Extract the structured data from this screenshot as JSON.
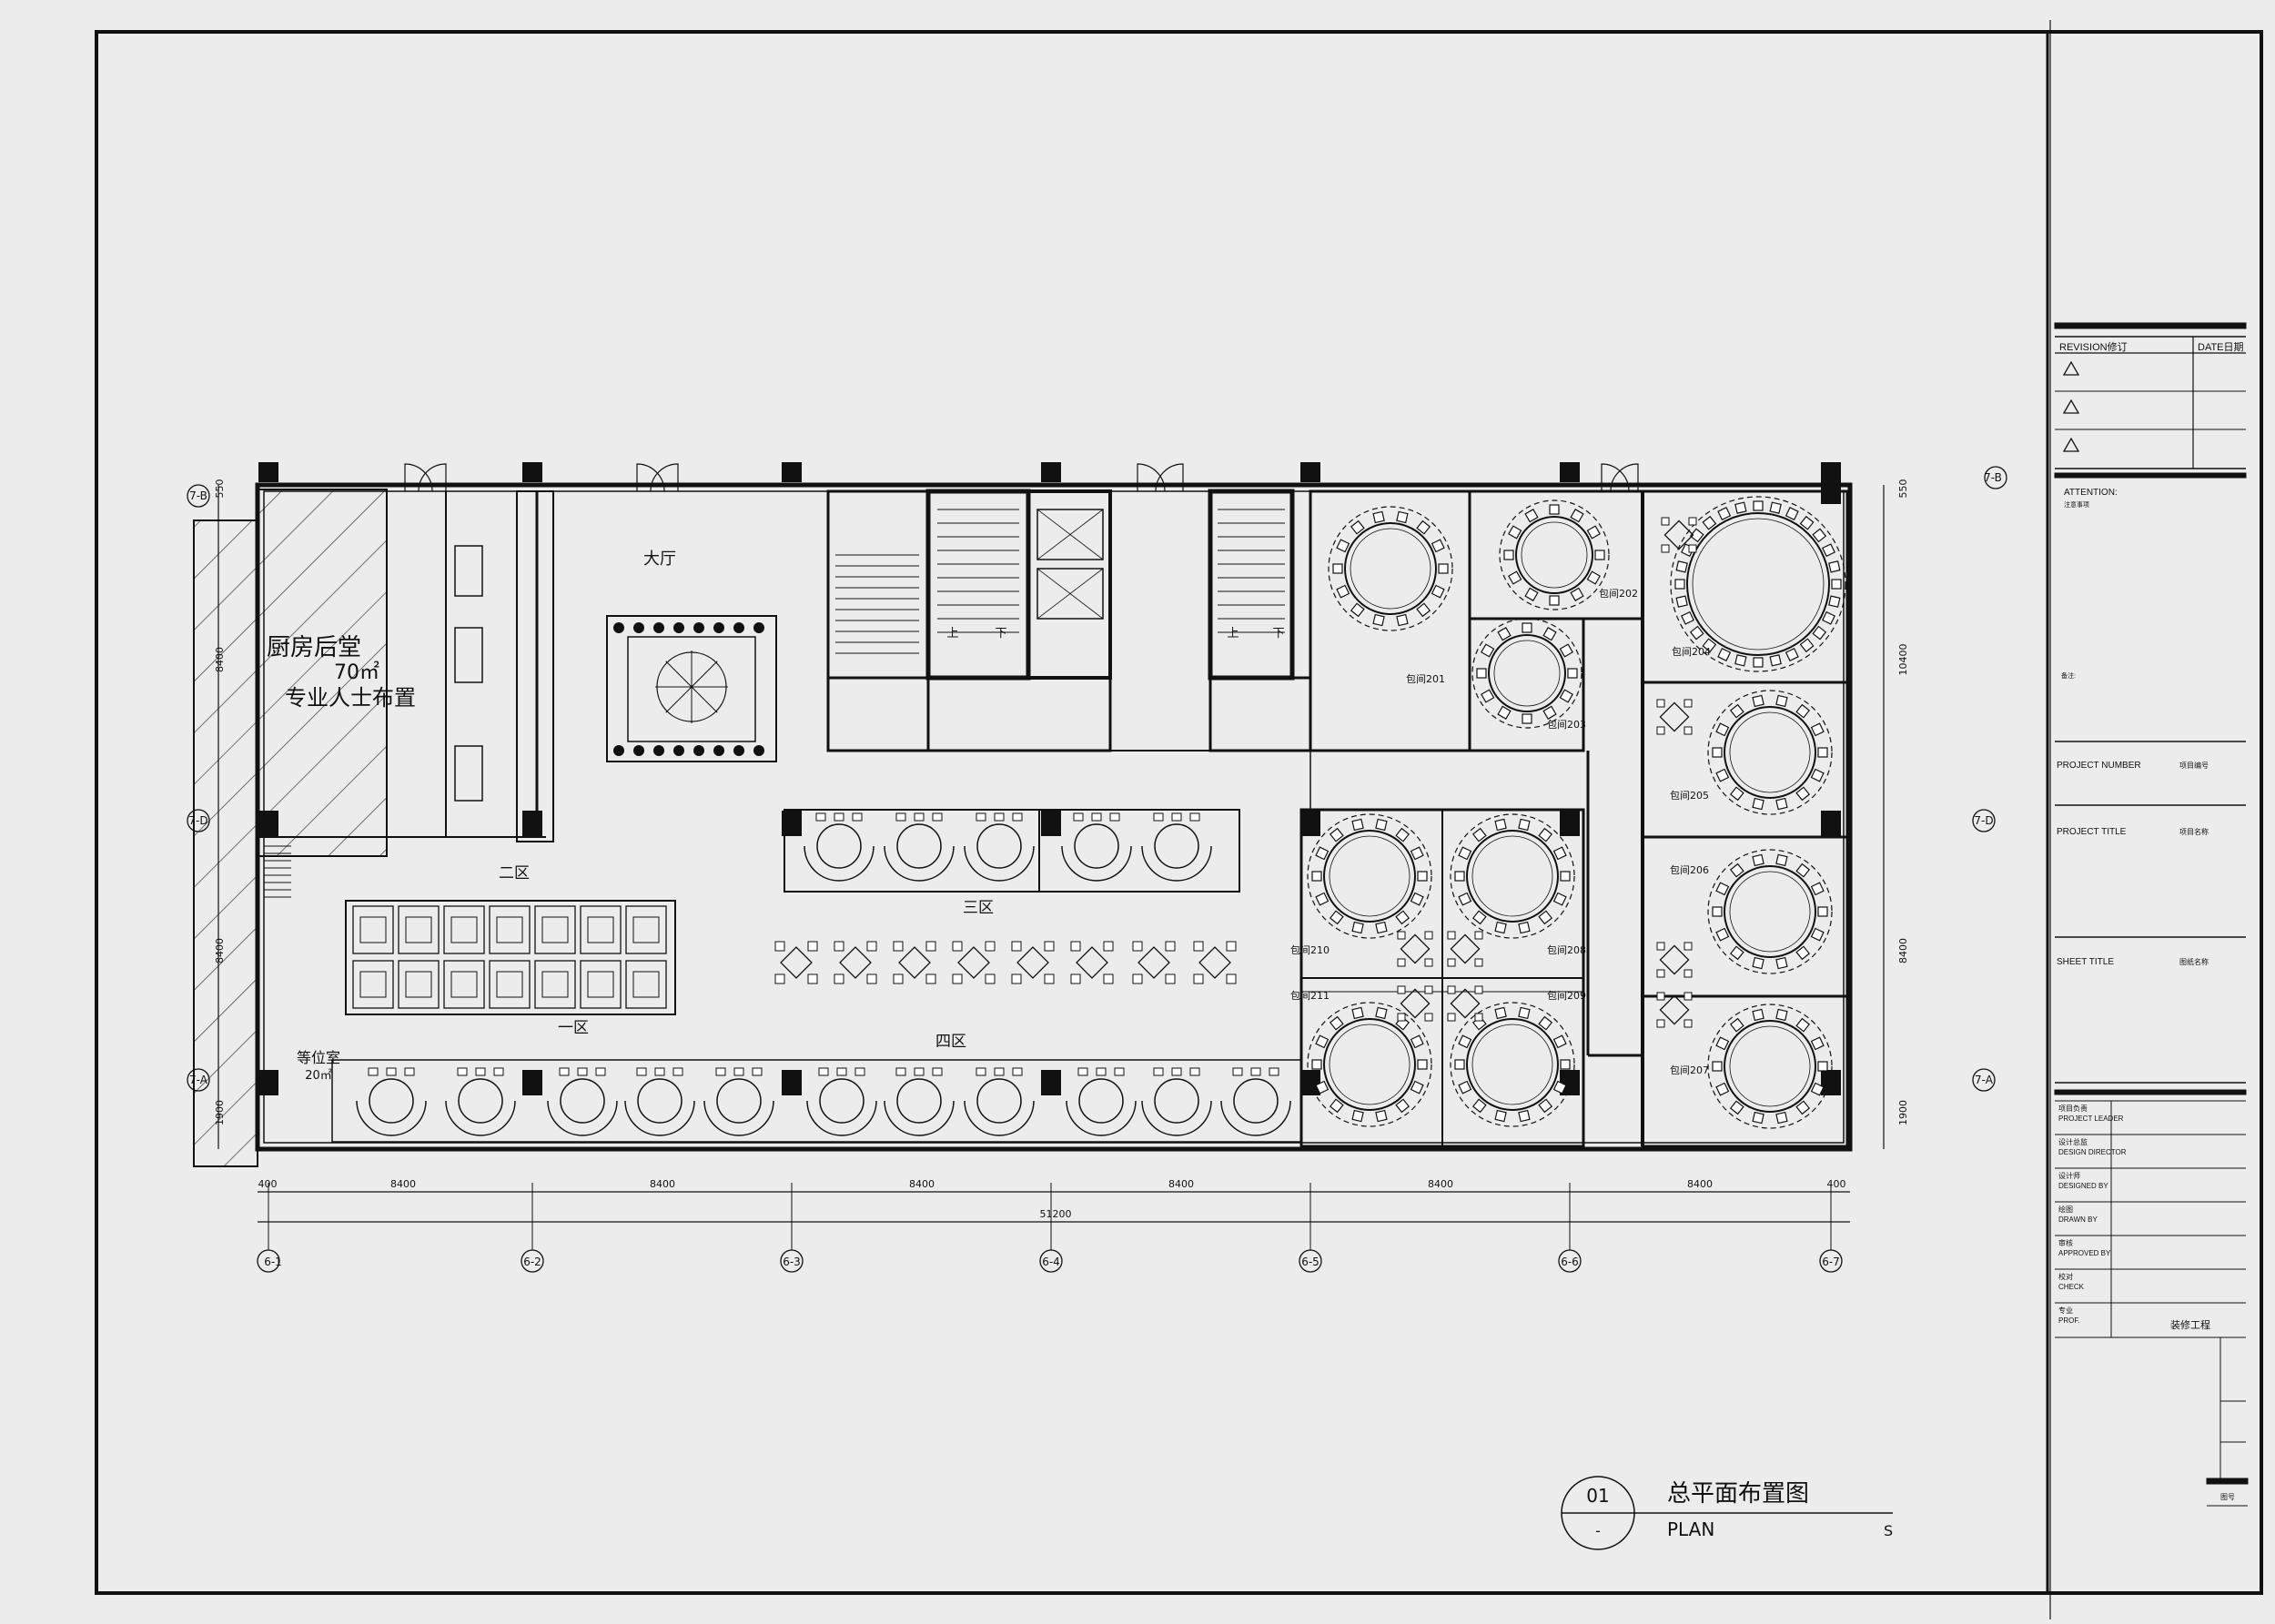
{
  "colors": {
    "paper": "#ececec",
    "ink": "#111111",
    "hatch": "#333333"
  },
  "plan": {
    "rooms": {
      "kitchen_name": "厨房后堂",
      "kitchen_area": "70㎡",
      "kitchen_note": "专业人士布置",
      "hall": "大厅",
      "zone_1": "一区",
      "zone_2": "二区",
      "zone_3": "三区",
      "zone_4": "四区",
      "waiting_room": "等位室",
      "waiting_area": "20㎡",
      "up": "上",
      "down": "下"
    },
    "private_rooms": [
      "包间201",
      "包间202",
      "包间203",
      "包间204",
      "包间205",
      "包间206",
      "包间207",
      "包间208",
      "包间209",
      "包间210",
      "包间211"
    ],
    "grid_bubbles_bottom": [
      "6-1",
      "6-2",
      "6-3",
      "6-4",
      "6-5",
      "6-6",
      "6-7"
    ],
    "grid_bubbles_side": [
      "7-B",
      "7-D",
      "7-A"
    ],
    "dims_bottom": [
      "400",
      "8400",
      "8400",
      "8400",
      "8400",
      "8400",
      "8400",
      "400"
    ],
    "dim_total": "51200",
    "dims_left": [
      "550",
      "8400",
      "8400",
      "1900"
    ],
    "dims_right": [
      "550",
      "10400",
      "8400",
      "1900"
    ]
  },
  "title_block": {
    "revision": "REVISION修订",
    "date": "DATE日期",
    "attention": "ATTENTION:",
    "attention_cn": "注意事项",
    "remark": "备注:",
    "project_number": "PROJECT NUMBER",
    "project_number_cn": "项目编号",
    "project_title": "PROJECT TITLE",
    "project_title_cn": "项目名称",
    "sheet_title": "SHEET TITLE",
    "sheet_title_cn": "图纸名称",
    "rows": [
      {
        "cn": "项目负责",
        "en": "PROJECT LEADER"
      },
      {
        "cn": "设计总监",
        "en": "DESIGN DIRECTOR"
      },
      {
        "cn": "设计师",
        "en": "DESIGNED BY"
      },
      {
        "cn": "绘图",
        "en": "DRAWN BY"
      },
      {
        "cn": "审核",
        "en": "APPROVED BY"
      },
      {
        "cn": "校对",
        "en": "CHECK"
      },
      {
        "cn": "专业",
        "en": "PROF."
      }
    ],
    "prof_value": "装修工程",
    "sheet_no_label": "图号"
  },
  "drawing_title": {
    "number": "01",
    "sub": "-",
    "name_cn": "总平面布置图",
    "name_en": "PLAN",
    "scale": "S"
  }
}
